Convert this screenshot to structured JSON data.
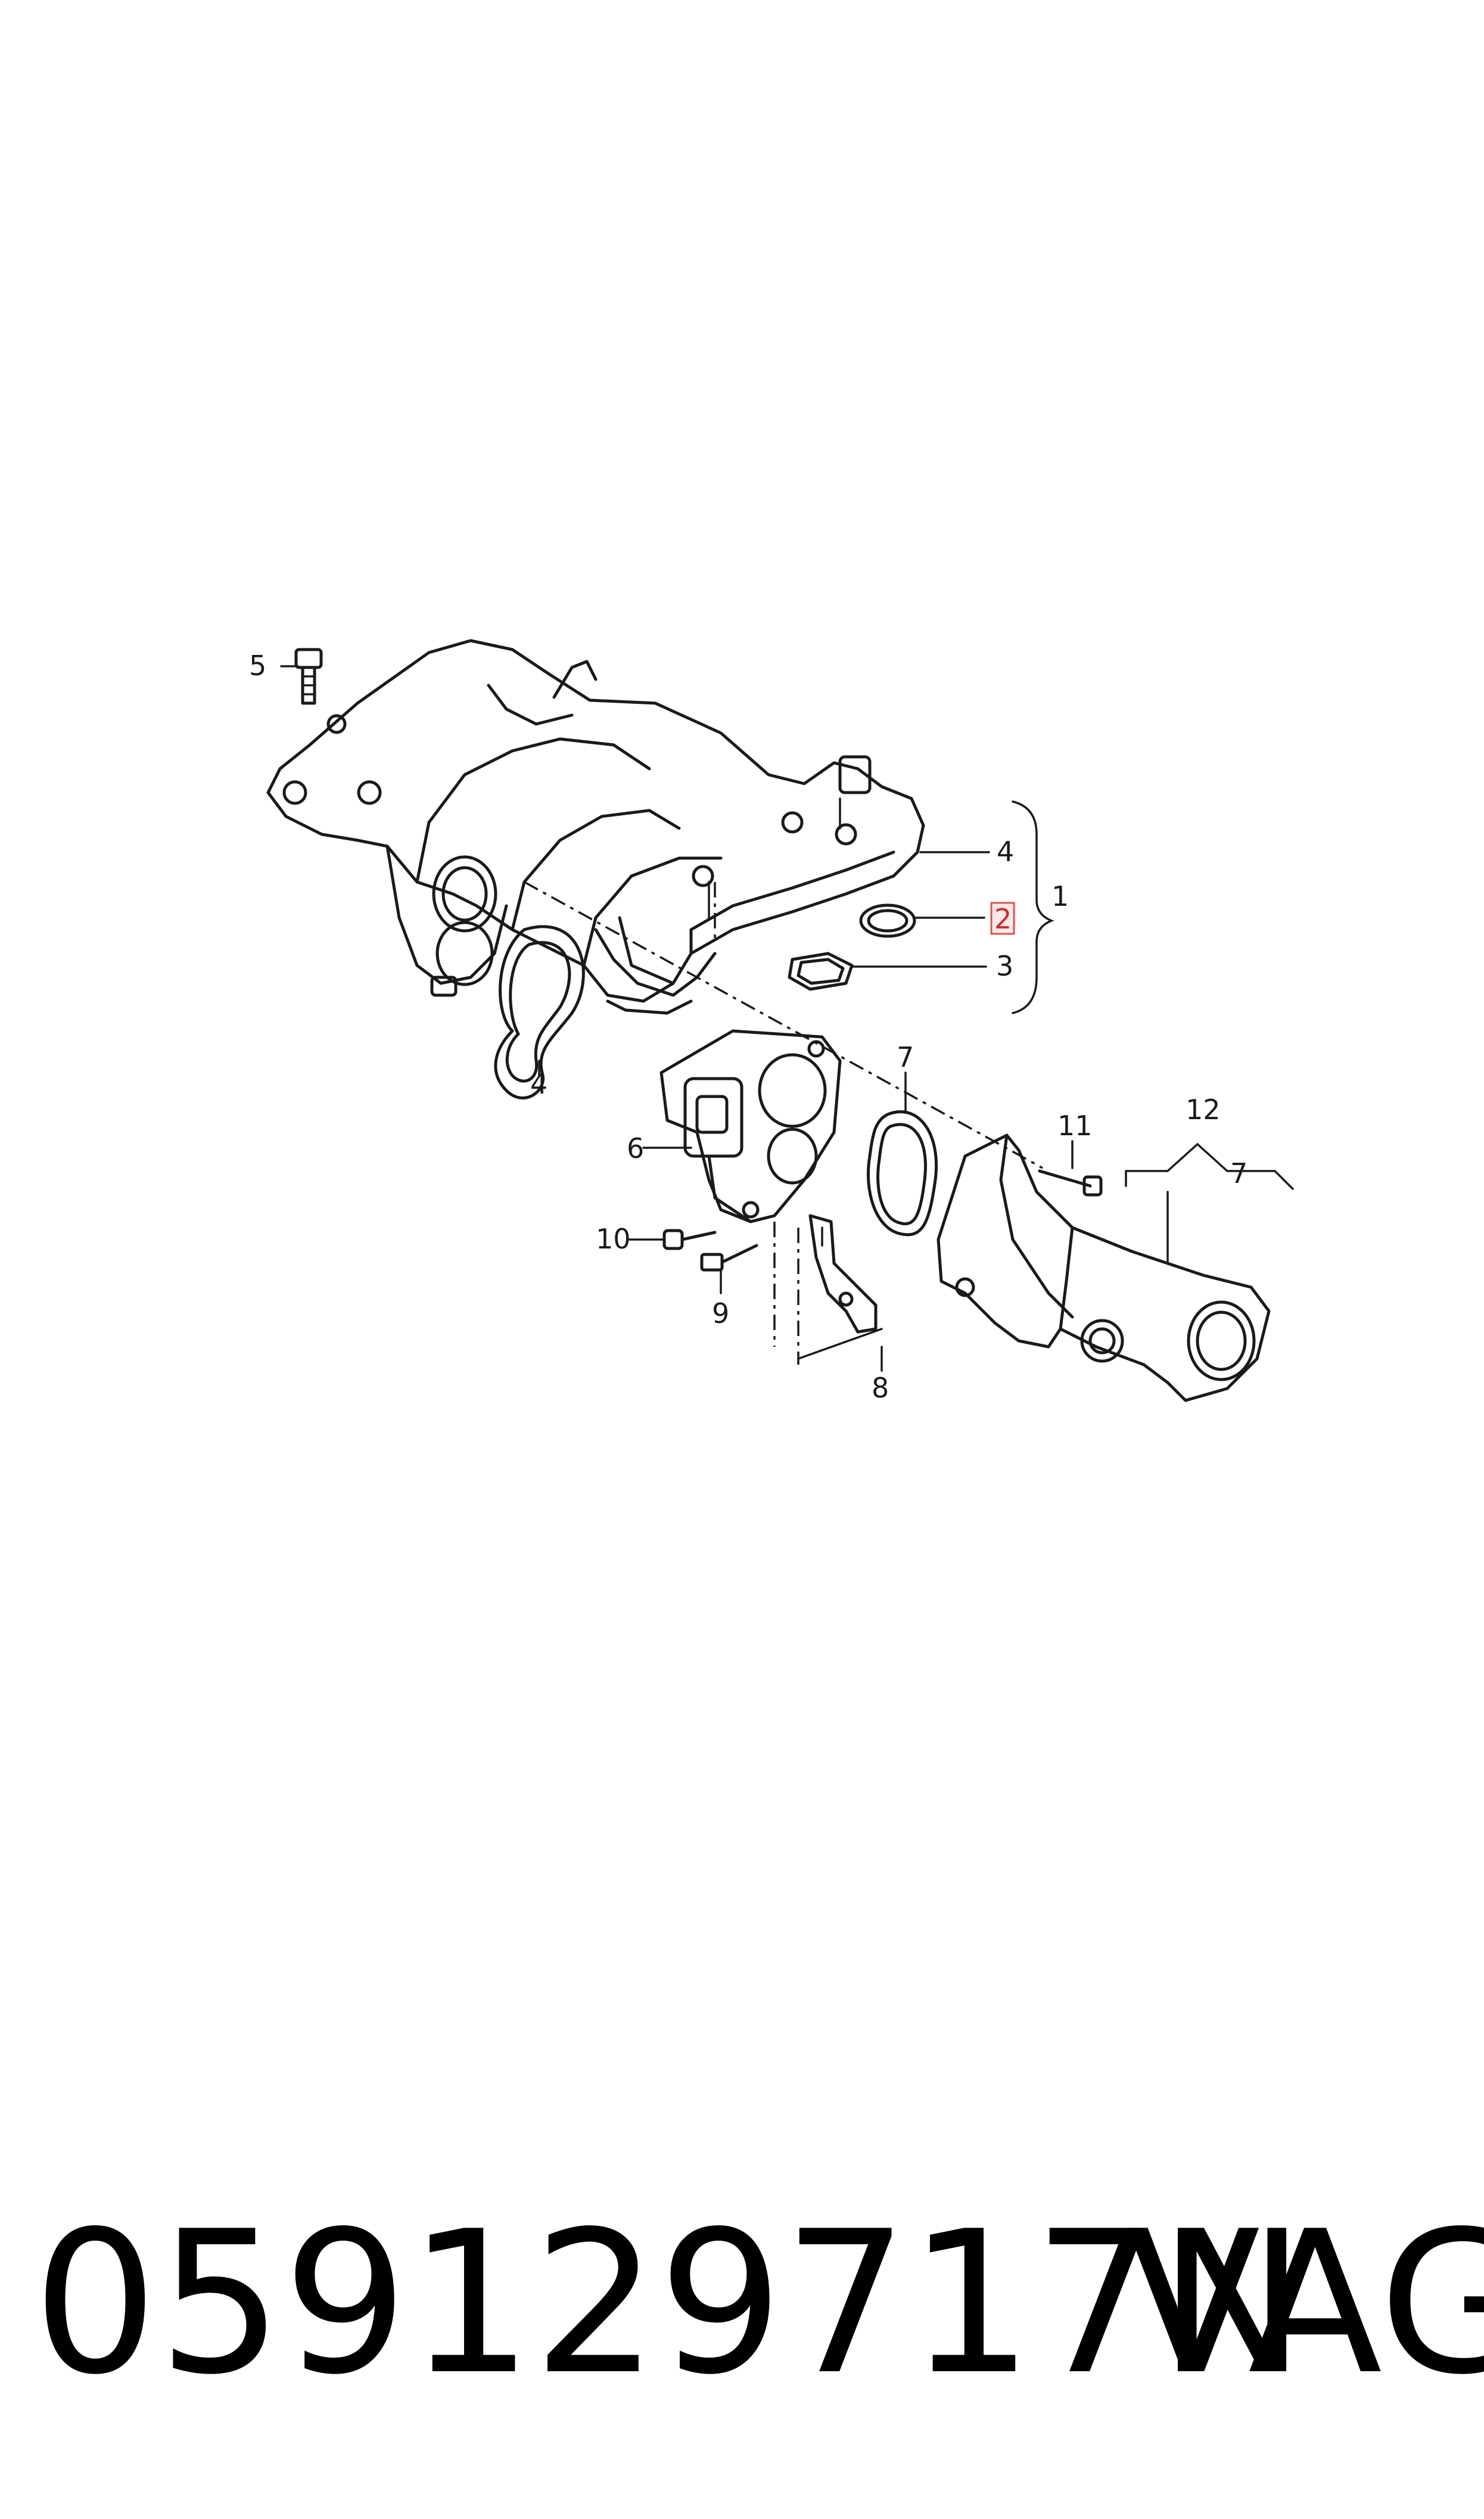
{
  "callouts": {
    "c1": "1",
    "c2": "2",
    "c3": "3",
    "c4a": "4",
    "c4b": "4",
    "c5": "5",
    "c6": "6",
    "c7a": "7",
    "c7b": "7",
    "c8": "8",
    "c9": "9",
    "c10": "10",
    "c11": "11",
    "c12": "12"
  },
  "highlight_color": "#d9534f",
  "footer": {
    "part_number": "059129717N",
    "brand": "VAG"
  }
}
